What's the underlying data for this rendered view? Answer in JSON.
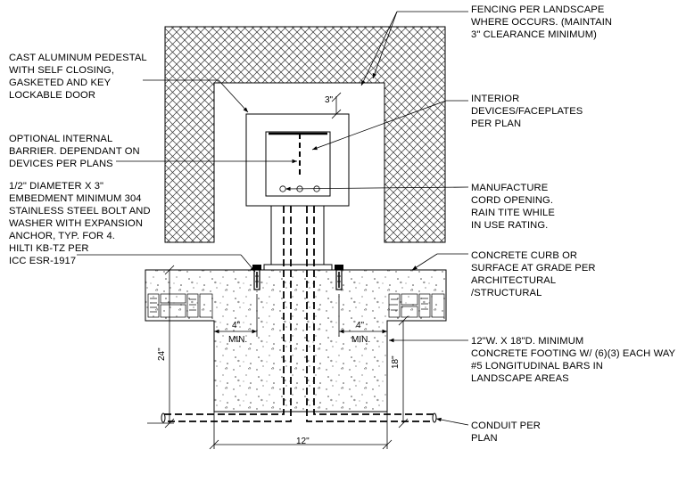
{
  "notes": {
    "fencing": [
      "FENCING PER LANDSCAPE",
      "WHERE OCCURS. (MAINTAIN",
      "3\" CLEARANCE MINIMUM)"
    ],
    "pedestal": [
      "CAST ALUMINUM PEDESTAL",
      "WITH SELF CLOSING,",
      "GASKETED AND KEY",
      "LOCKABLE DOOR"
    ],
    "barrier": [
      "OPTIONAL INTERNAL",
      "BARRIER. DEPENDANT ON",
      "DEVICES PER PLANS"
    ],
    "bolt": [
      "1/2\" DIAMETER X 3\"",
      "EMBEDMENT MINIMUM 304",
      "STAINLESS STEEL BOLT AND",
      "WASHER WITH EXPANSION",
      "ANCHOR, TYP. FOR 4.",
      "HILTI KB-TZ PER",
      "ICC  ESR-1917"
    ],
    "interior": [
      "INTERIOR",
      "DEVICES/FACEPLATES",
      "PER PLAN"
    ],
    "cord": [
      "MANUFACTURE",
      "CORD OPENING.",
      "RAIN TITE WHILE",
      "IN USE RATING."
    ],
    "curb": [
      "CONCRETE CURB OR",
      "SURFACE AT GRADE PER",
      "ARCHITECTURAL",
      "/STRUCTURAL"
    ],
    "footing": [
      "12\"W. X 18\"D. MINIMUM",
      "CONCRETE FOOTING W/ (6)(3) EACH WAY",
      "#5 LONGITUDINAL BARS IN",
      "LANDSCAPE AREAS"
    ],
    "conduit": [
      "CONDUIT PER",
      "PLAN"
    ]
  },
  "dimensions": {
    "clearance": "3\"",
    "left_min_value": "4\"",
    "left_min_label": "MIN.",
    "right_min_value": "4\"",
    "right_min_label": "MIN.",
    "depth_total": "24\"",
    "depth_footing": "18\"",
    "width": "12\""
  }
}
